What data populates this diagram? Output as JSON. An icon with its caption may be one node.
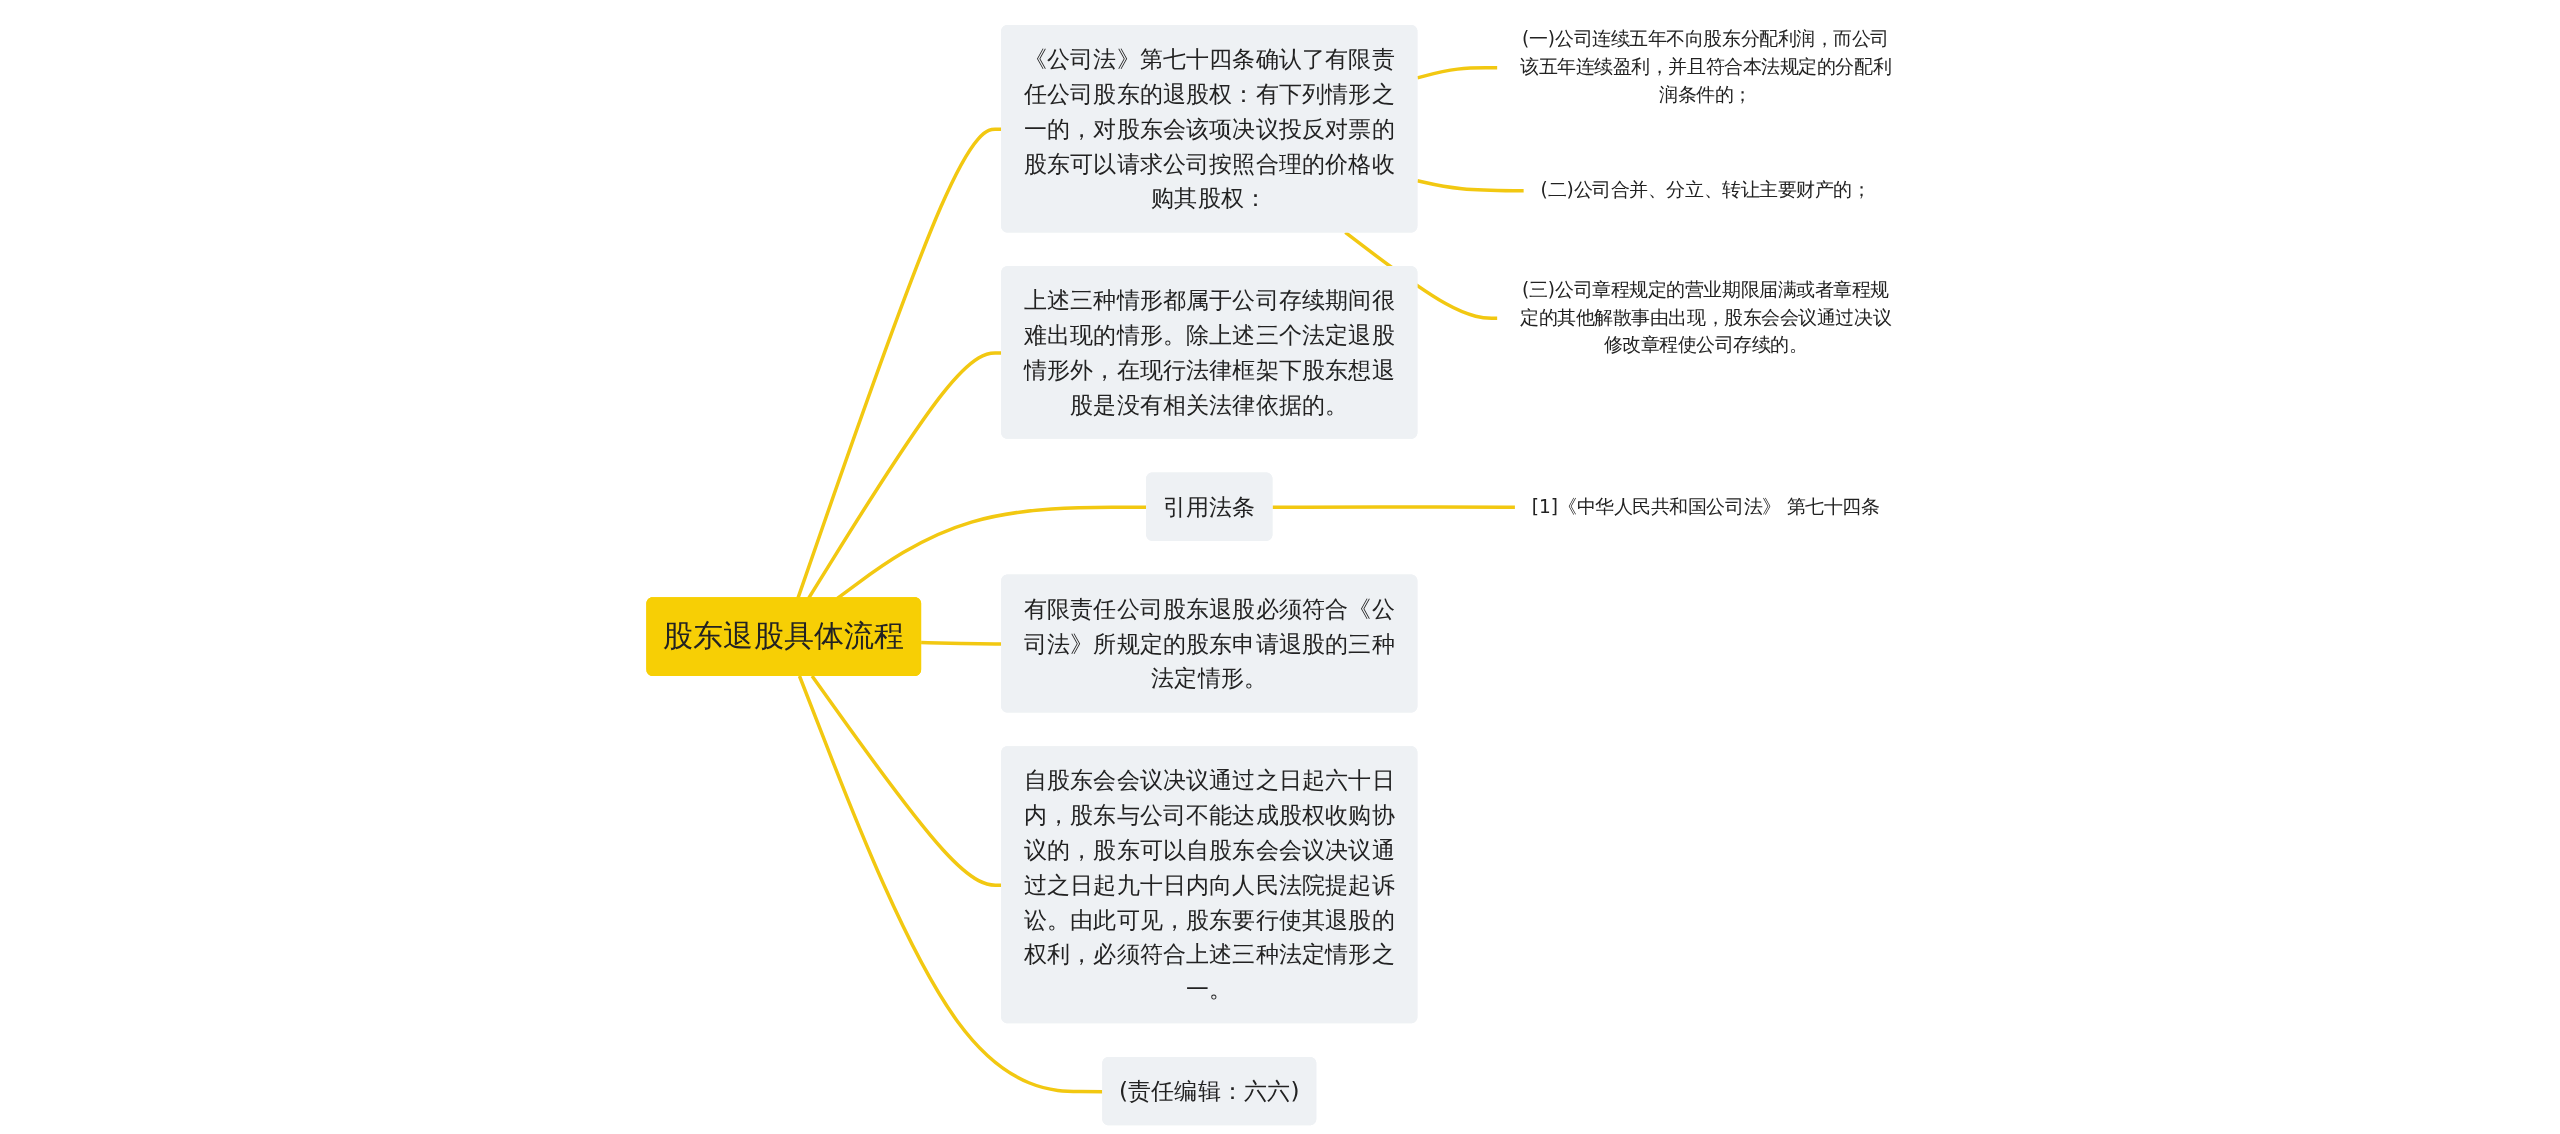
{
  "diagram": {
    "nodes": [
      {
        "text": [
          "股东退股具体流程"
        ]
      },
      {
        "text": [
          "《公司法》第七十四条确认了有限责任公司股东的退股权：有下列情形之一的，对股东会该项决议投反对票的股东可以请求公司按照合理的价格收购其股权："
        ]
      },
      {
        "text": [
          "(一)公司连续五年不向股东分配利润，而公司该五年连续盈利，并且符合本法规定的分配利润条件的；"
        ]
      },
      {
        "text": [
          "(二)公司合并、分立、转让主要财产的；"
        ]
      },
      {
        "text": [
          "(三)公司章程规定的营业期限届满或者章程规定的其他解散事由出现，股东会会议通过决议修改章程使公司存续的。"
        ]
      },
      {
        "text": [
          "上述三种情形都属于公司存续期间很难出现的情形。除上述三个法定退股情形外，在现行法律框架下股东想退股是没有相关法律依据的。"
        ]
      },
      {
        "text": [
          "引用法条"
        ]
      },
      {
        "text": [
          "[1]《中华人民共和国公司法》 第七十四条"
        ]
      },
      {
        "text": [
          "有限责任公司股东退股必须符合《公司法》所规定的股东申请退股的三种法定情形。"
        ]
      },
      {
        "text": [
          "自股东会会议决议通过之日起六十日内，股东与公司不能达成股权收购协议的，股东可以自股东会会议决议通过之日起九十日内向人民法院提起诉讼。由此可见，股东要行使其退股的权利，必须符合上述三种法定情形之一。"
        ]
      },
      {
        "text": [
          "(责任编辑：六六)"
        ]
      }
    ],
    "edges": [
      {
        "from": 0,
        "to": 1,
        "arrow": "none"
      },
      {
        "from": 1,
        "to": 2,
        "arrow": "none"
      },
      {
        "from": 1,
        "to": 3,
        "arrow": "none"
      },
      {
        "from": 1,
        "to": 4,
        "arrow": "none"
      },
      {
        "from": 0,
        "to": 5,
        "arrow": "none"
      },
      {
        "from": 0,
        "to": 6,
        "arrow": "none"
      },
      {
        "from": 6,
        "to": 7,
        "arrow": "none"
      },
      {
        "from": 0,
        "to": 8,
        "arrow": "none"
      },
      {
        "from": 0,
        "to": 9,
        "arrow": "none"
      },
      {
        "from": 0,
        "to": 10,
        "arrow": "none"
      }
    ]
  }
}
